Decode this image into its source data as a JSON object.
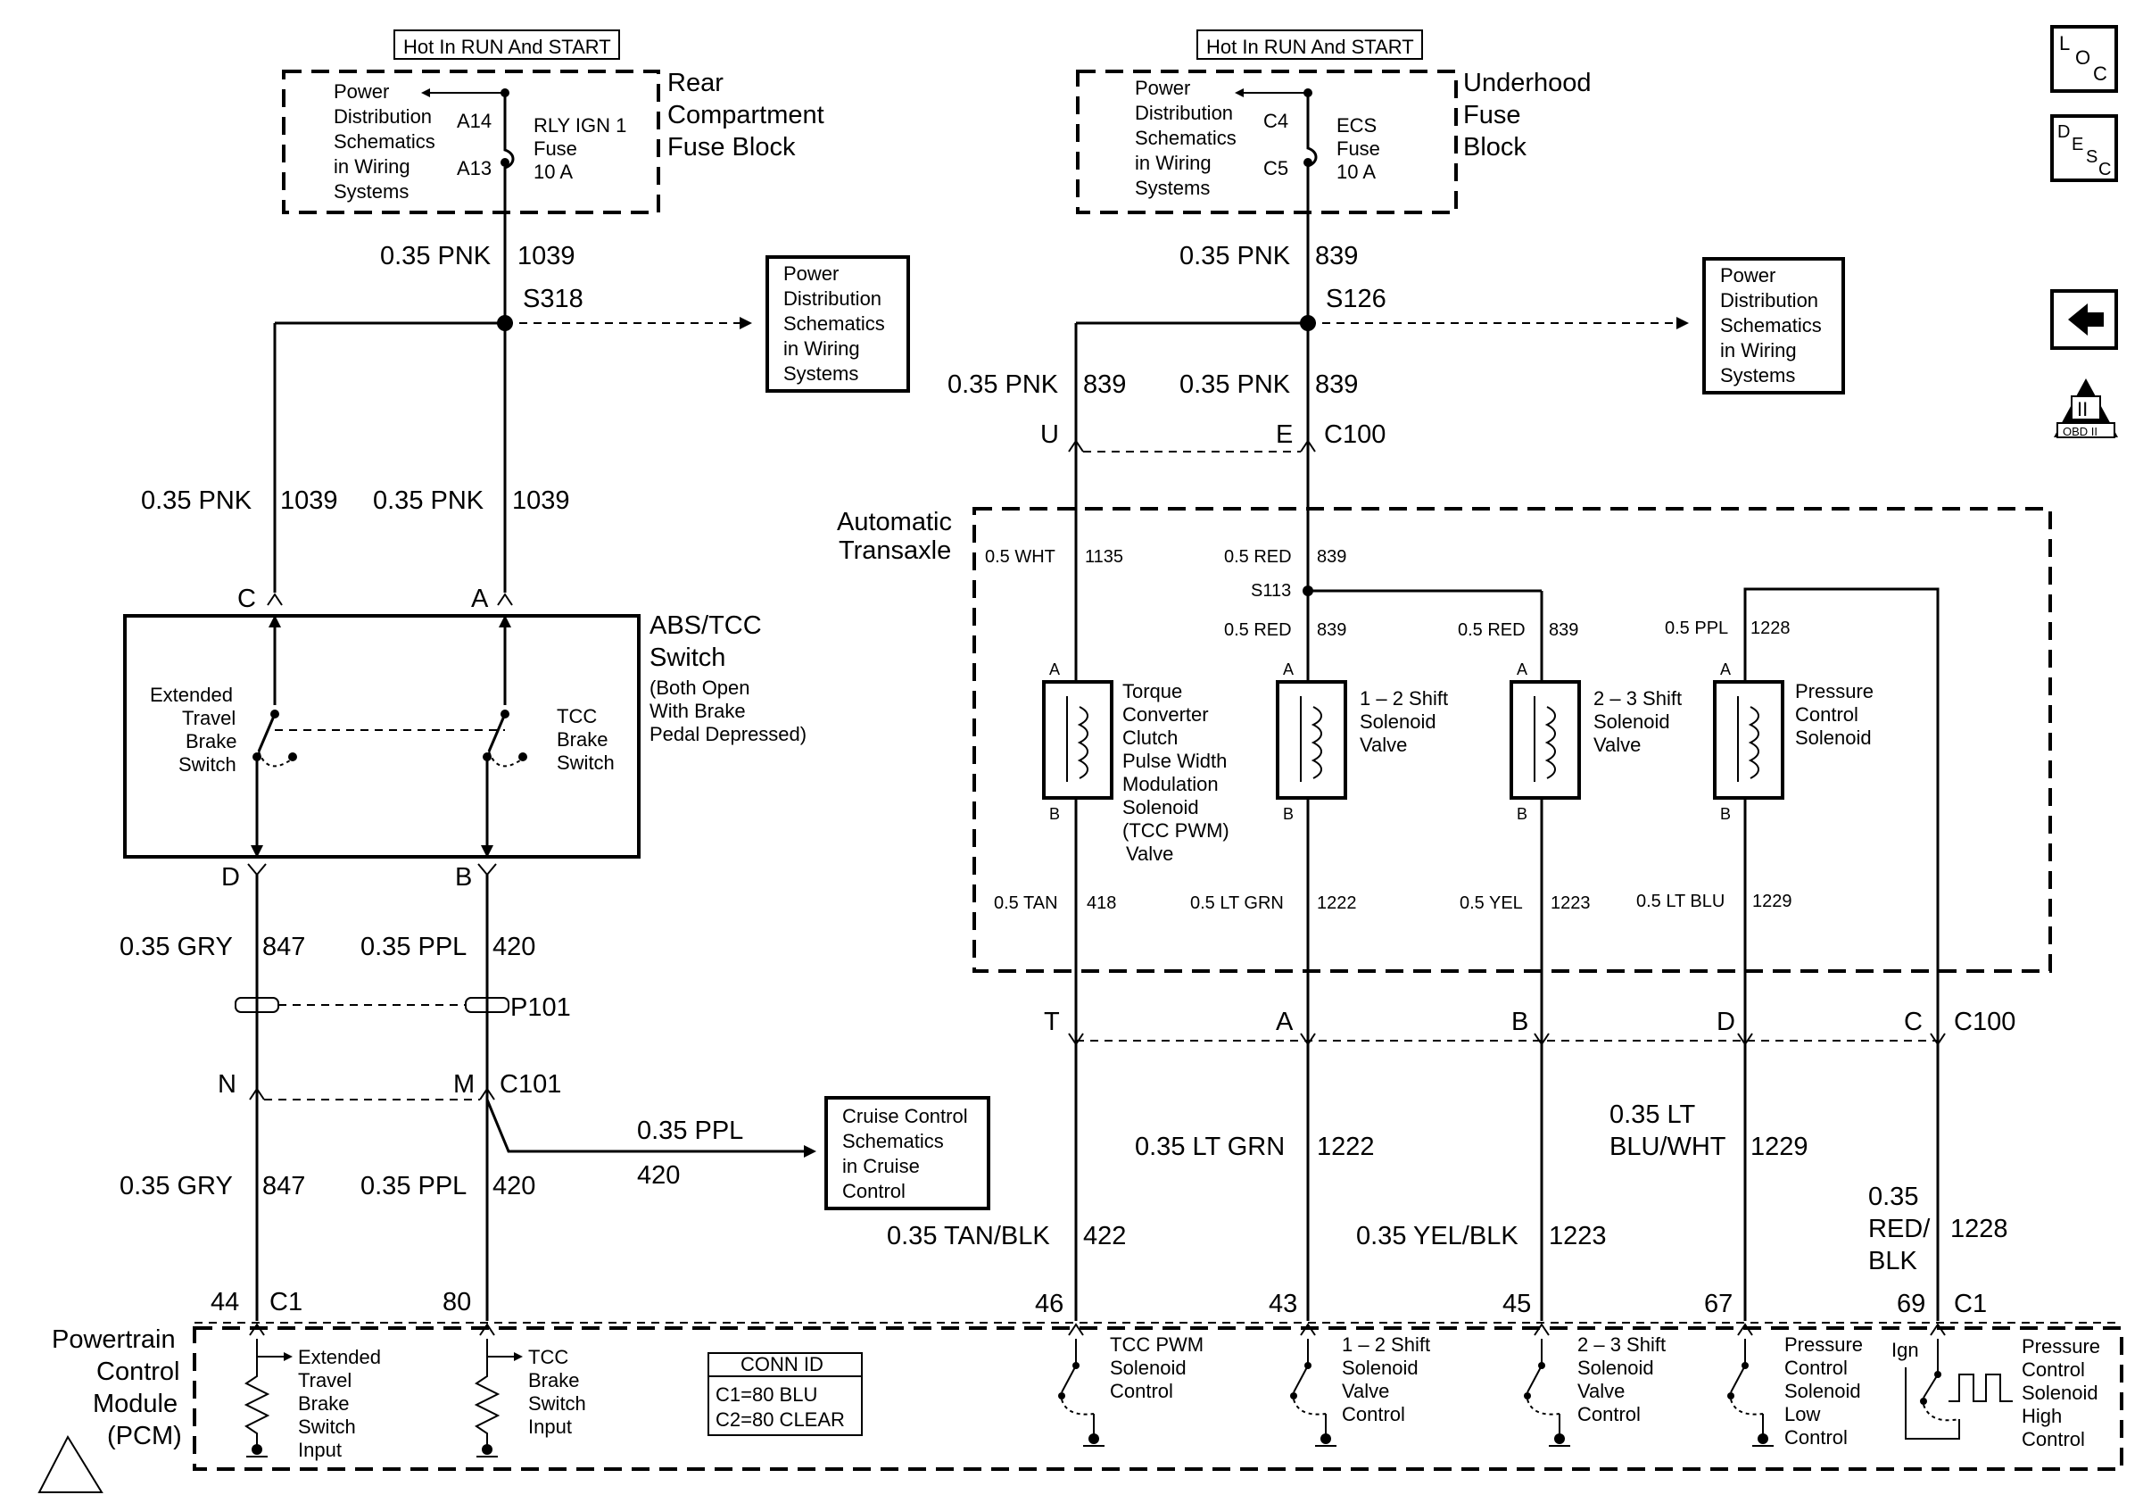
{
  "feeds": {
    "left": {
      "hot_label": "Hot In RUN And START",
      "pd_lines": [
        "Power",
        "Distribution",
        "Schematics",
        "in Wiring",
        "Systems"
      ],
      "pin_top": "A14",
      "pin_bottom": "A13",
      "fuse_lines": [
        "RLY IGN 1",
        "Fuse",
        "10 A"
      ],
      "block_lines": [
        "Rear",
        "Compartment",
        "Fuse Block"
      ]
    },
    "right": {
      "hot_label": "Hot In RUN And START",
      "pd_lines": [
        "Power",
        "Distribution",
        "Schematics",
        "in Wiring",
        "Systems"
      ],
      "pin_top": "C4",
      "pin_bottom": "C5",
      "fuse_lines": [
        "ECS",
        "Fuse",
        "10 A"
      ],
      "block_lines": [
        "Underhood",
        "Fuse",
        "Block"
      ]
    }
  },
  "ref_boxes": {
    "pd_left": [
      "Power",
      "Distribution",
      "Schematics",
      "in Wiring",
      "Systems"
    ],
    "pd_right": [
      "Power",
      "Distribution",
      "Schematics",
      "in Wiring",
      "Systems"
    ],
    "cruise": [
      "Cruise Control",
      "Schematics",
      "in Cruise",
      "Control"
    ]
  },
  "wires": {
    "w1039_top": {
      "size": "0.35 PNK",
      "circuit": "1039"
    },
    "w1039_c": {
      "size": "0.35 PNK",
      "circuit": "1039"
    },
    "w1039_a": {
      "size": "0.35 PNK",
      "circuit": "1039"
    },
    "w839_top": {
      "size": "0.35 PNK",
      "circuit": "839"
    },
    "w839_u": {
      "size": "0.35 PNK",
      "circuit": "839"
    },
    "w839_e": {
      "size": "0.35 PNK",
      "circuit": "839"
    },
    "w847_a": {
      "size": "0.35 GRY",
      "circuit": "847"
    },
    "w420_a": {
      "size": "0.35 PPL",
      "circuit": "420"
    },
    "w847_b": {
      "size": "0.35 GRY",
      "circuit": "847"
    },
    "w420_b": {
      "size": "0.35 PPL",
      "circuit": "420"
    },
    "w420_c": {
      "size": "0.35 PPL",
      "circuit": "420"
    },
    "w422": {
      "size": "0.35 TAN/BLK",
      "circuit": "422"
    },
    "w1222": {
      "size": "0.35 LT GRN",
      "circuit": "1222"
    },
    "w1223": {
      "size": "0.35 YEL/BLK",
      "circuit": "1223"
    },
    "w1229": {
      "size_1": "0.35 LT",
      "size_2": "BLU/WHT",
      "circuit": "1229"
    },
    "w1228": {
      "size_1": "0.35",
      "size_2": "RED/",
      "size_3": "BLK",
      "circuit": "1228"
    }
  },
  "inner_wires": {
    "w1135": {
      "size": "0.5 WHT",
      "circuit": "1135"
    },
    "w839_s113_top": {
      "size": "0.5 RED",
      "circuit": "839"
    },
    "w839_s113_left": {
      "size": "0.5 RED",
      "circuit": "839"
    },
    "w839_s113_right": {
      "size": "0.5 RED",
      "circuit": "839"
    },
    "w1228_in": {
      "size": "0.5 PPL",
      "circuit": "1228"
    },
    "w418": {
      "size": "0.5 TAN",
      "circuit": "418"
    },
    "w1222_in": {
      "size": "0.5 LT GRN",
      "circuit": "1222"
    },
    "w1223_in": {
      "size": "0.5 YEL",
      "circuit": "1223"
    },
    "w1229_in": {
      "size": "0.5 LT BLU",
      "circuit": "1229"
    }
  },
  "splices": {
    "s318": "S318",
    "s126": "S126",
    "s113": "S113"
  },
  "connectors": {
    "c100": "C100",
    "c101": "C101",
    "p101": "P101",
    "c1": "C1",
    "pin_u": "U",
    "pin_e": "E",
    "pin_c": "C",
    "pin_a": "A",
    "pin_d": "D",
    "pin_b": "B",
    "pin_n": "N",
    "pin_m": "M",
    "pin_t2": "T",
    "pin_a2": "A",
    "pin_b2": "B",
    "pin_d2": "D",
    "pin_c2": "C",
    "pcm_44": "44",
    "pcm_80": "80",
    "pcm_46": "46",
    "pcm_43": "43",
    "pcm_45": "45",
    "pcm_67": "67",
    "pcm_69": "69"
  },
  "switch": {
    "title_1": "ABS/TCC",
    "title_2": "Switch",
    "note_1": "(Both Open",
    "note_2": "With Brake",
    "note_3": "Pedal Depressed)",
    "left_lines": [
      "Extended",
      "Travel",
      "Brake",
      "Switch"
    ],
    "right_lines": [
      "TCC",
      "Brake",
      "Switch"
    ]
  },
  "transaxle": {
    "title_1": "Automatic",
    "title_2": "Transaxle",
    "pin_a": "A",
    "pin_b": "B",
    "sol1": [
      "Torque",
      "Converter",
      "Clutch",
      "Pulse Width",
      "Modulation",
      "Solenoid",
      "(TCC PWM)",
      "Valve"
    ],
    "sol2": [
      "1 – 2 Shift",
      "Solenoid",
      "Valve"
    ],
    "sol3": [
      "2 – 3 Shift",
      "Solenoid",
      "Valve"
    ],
    "sol4": [
      "Pressure",
      "Control",
      "Solenoid"
    ]
  },
  "pcm": {
    "title": [
      "Powertrain",
      "Control",
      "Module",
      "(PCM)"
    ],
    "in1": [
      "Extended",
      "Travel",
      "Brake",
      "Switch",
      "Input"
    ],
    "in2": [
      "TCC",
      "Brake",
      "Switch",
      "Input"
    ],
    "conn_title": "CONN ID",
    "conn_c1": "C1=80 BLU",
    "conn_c2": "C2=80 CLEAR",
    "d1": [
      "TCC PWM",
      "Solenoid",
      "Control"
    ],
    "d2": [
      "1 – 2 Shift",
      "Solenoid",
      "Valve",
      "Control"
    ],
    "d3": [
      "2 – 3 Shift",
      "Solenoid",
      "Valve",
      "Control"
    ],
    "d4": [
      "Pressure",
      "Control",
      "Solenoid",
      "Low",
      "Control"
    ],
    "d5": [
      "Pressure",
      "Control",
      "Solenoid",
      "High",
      "Control"
    ],
    "ign": "Ign"
  },
  "nav": {
    "loc": {
      "l": "L",
      "o": "O",
      "c": "C"
    },
    "desc": {
      "d": "D",
      "e": "E",
      "s": "S",
      "c": "C"
    },
    "obd": {
      "roman": "II",
      "label": "OBD II"
    }
  }
}
